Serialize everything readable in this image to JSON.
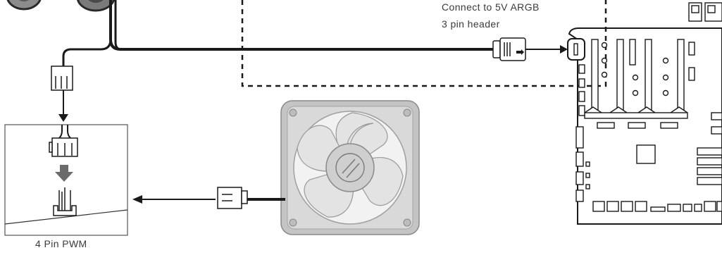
{
  "labels": {
    "argb_line1": "Connect to  5V ARGB",
    "argb_line2": "3 pin header",
    "pwm_label": "4 Pin PWM"
  },
  "colors": {
    "line": "#1a1a1a",
    "fan_frame": "#bfbfbf",
    "fan_blade": "#e6e6e6",
    "arrow_gray": "#6b6b6b"
  },
  "icons": [
    "fan-icon",
    "motherboard-icon",
    "connector-icon",
    "pin-header-icon",
    "arrow-icon"
  ]
}
